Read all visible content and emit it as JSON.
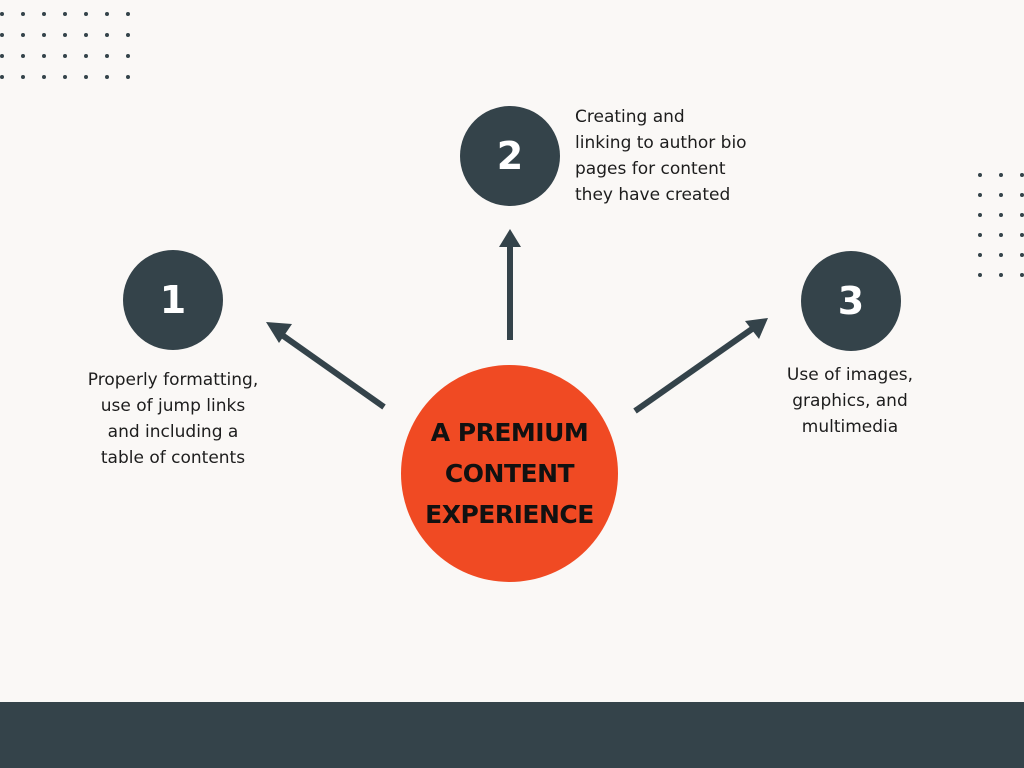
{
  "center": {
    "label": "A PREMIUM\nCONTENT\nEXPERIENCE"
  },
  "items": [
    {
      "number": "1",
      "text": "Properly formatting,\nuse of jump links\nand including a\ntable of contents"
    },
    {
      "number": "2",
      "text": "Creating and\nlinking to author bio\npages for content\nthey have created"
    },
    {
      "number": "3",
      "text": "Use of images,\ngraphics, and\nmultimedia"
    }
  ],
  "colors": {
    "accent": "#f04a23",
    "dark": "#34434a",
    "background": "#faf8f6"
  }
}
